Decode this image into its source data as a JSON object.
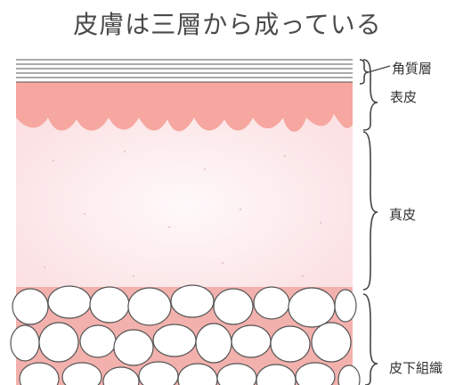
{
  "diagram": {
    "title": "皮膚は三層から成っている",
    "layers": [
      {
        "key": "corneum",
        "label": "角質層"
      },
      {
        "key": "epidermis",
        "label": "表皮"
      },
      {
        "key": "dermis",
        "label": "真皮"
      },
      {
        "key": "subcutis",
        "label": "皮下組織"
      }
    ],
    "colors": {
      "epidermis": "#f6a7a0",
      "dermis": "#fce9ea",
      "subcutis_bg": "#f3b1ad",
      "fat_cell": "#ffffff",
      "outline": "#555555",
      "title": "#4a4a4a"
    }
  }
}
